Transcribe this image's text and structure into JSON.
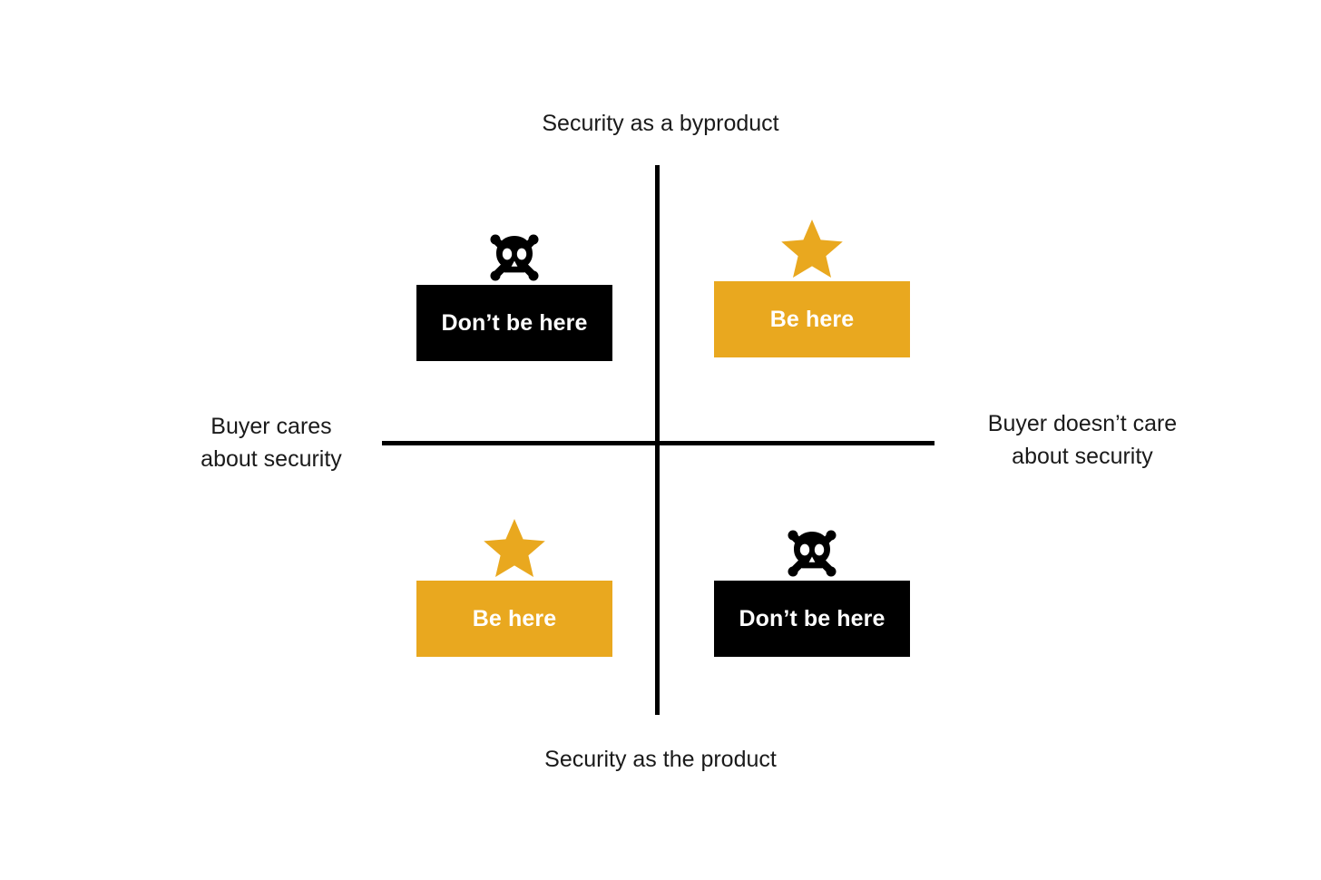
{
  "diagram": {
    "title_top": "Security as a byproduct",
    "title_bottom": "Security as the product",
    "label_left": "Buyer cares\nabout security",
    "label_right": "Buyer doesn’t care\nabout security",
    "colors": {
      "good": "#E9A81F",
      "bad": "#000000",
      "text_on_fill": "#FFFFFF",
      "axis": "#000000",
      "background": "#FFFFFF"
    }
  },
  "quadrants": [
    {
      "position": "top-left",
      "x_axis": "Buyer cares about security",
      "y_axis": "Security as a byproduct",
      "icon": "skull-and-crossbones-icon",
      "label": "Don’t be here",
      "verdict": "avoid",
      "fill": "#000000"
    },
    {
      "position": "top-right",
      "x_axis": "Buyer doesn’t care about security",
      "y_axis": "Security as a byproduct",
      "icon": "star-icon",
      "label": "Be here",
      "verdict": "recommended",
      "fill": "#E9A81F"
    },
    {
      "position": "bottom-left",
      "x_axis": "Buyer cares about security",
      "y_axis": "Security as the product",
      "icon": "star-icon",
      "label": "Be here",
      "verdict": "recommended",
      "fill": "#E9A81F"
    },
    {
      "position": "bottom-right",
      "x_axis": "Buyer doesn’t care about security",
      "y_axis": "Security as the product",
      "icon": "skull-and-crossbones-icon",
      "label": "Don’t be here",
      "verdict": "avoid",
      "fill": "#000000"
    }
  ]
}
